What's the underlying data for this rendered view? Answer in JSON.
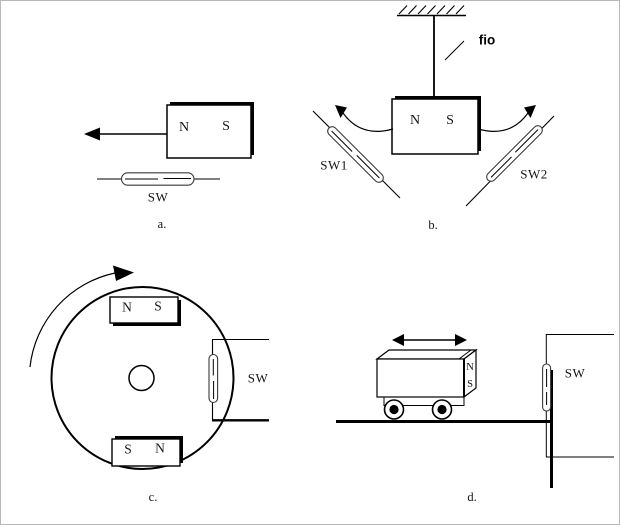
{
  "colors": {
    "ink": "#000000",
    "paper": "#ffffff",
    "capsule_stroke": "#3a3a3a",
    "page_border": "#b8b8b8"
  },
  "panel_a": {
    "caption": "a.",
    "magnet_pole_left": "N",
    "magnet_pole_right": "S",
    "switch_label": "SW"
  },
  "panel_b": {
    "caption": "b.",
    "magnet_pole_left": "N",
    "magnet_pole_right": "S",
    "wire_label": "fio",
    "switch_left_label": "SW1",
    "switch_right_label": "SW2"
  },
  "panel_c": {
    "caption": "c.",
    "top_magnet_pole_left": "N",
    "top_magnet_pole_right": "S",
    "bottom_magnet_pole_left": "S",
    "bottom_magnet_pole_right": "N",
    "switch_label": "SW"
  },
  "panel_d": {
    "caption": "d.",
    "magnet_pole_top": "N",
    "magnet_pole_bottom": "S",
    "switch_label": "SW"
  }
}
